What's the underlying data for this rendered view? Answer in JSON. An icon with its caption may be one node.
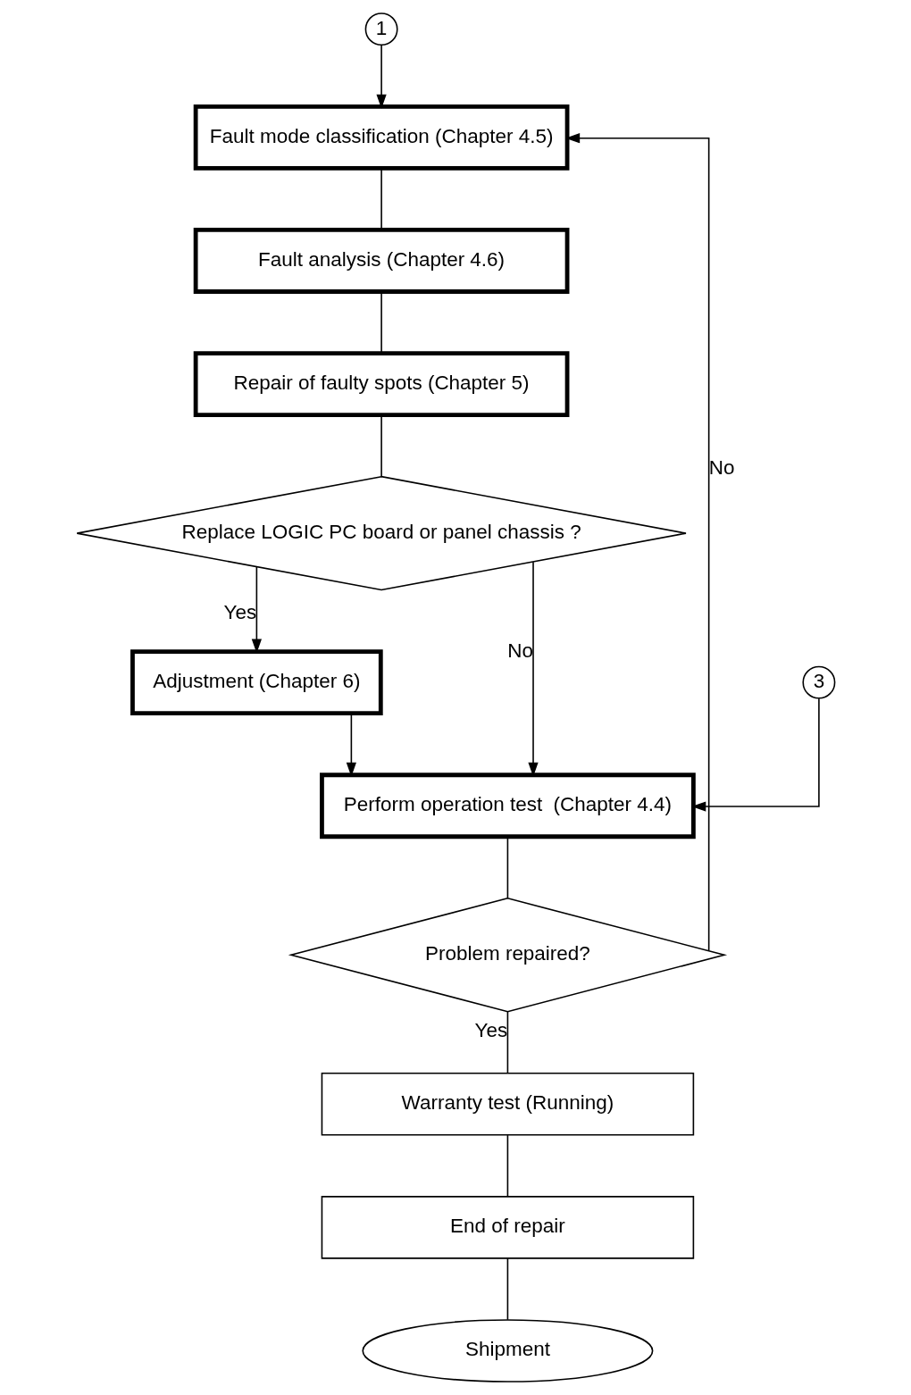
{
  "diagram": {
    "nodes": [
      {
        "text": [
          "1"
        ]
      },
      {
        "text": [
          "Fault mode classification (Chapter 4.5)"
        ]
      },
      {
        "text": [
          "Fault analysis (Chapter 4.6)"
        ]
      },
      {
        "text": [
          "Repair of faulty spots (Chapter 5)"
        ]
      },
      {
        "text": [
          "Replace LOGIC PC board or panel chassis ?"
        ]
      },
      {
        "text": [
          "Adjustment (Chapter 6)"
        ]
      },
      {
        "text": [
          "3"
        ]
      },
      {
        "text": [
          "Perform operation test  (Chapter 4.4)"
        ]
      },
      {
        "text": [
          "Problem repaired?"
        ]
      },
      {
        "text": [
          "Warranty test (Running)"
        ]
      },
      {
        "text": [
          "End of repair"
        ]
      },
      {
        "text": [
          "Shipment"
        ]
      }
    ],
    "edges": [
      {
        "from": 0,
        "to": 1,
        "arrow": "to"
      },
      {
        "from": 1,
        "to": 2,
        "arrow": "none"
      },
      {
        "from": 2,
        "to": 3,
        "arrow": "none"
      },
      {
        "from": 3,
        "to": 4,
        "arrow": "none"
      },
      {
        "from": 4,
        "to": 5,
        "arrow": "to",
        "label": "Yes"
      },
      {
        "from": 4,
        "to": 7,
        "arrow": "to",
        "label": "No"
      },
      {
        "from": 6,
        "to": 7,
        "arrow": "to"
      },
      {
        "from": 5,
        "to": 7,
        "arrow": "to"
      },
      {
        "from": 7,
        "to": 8,
        "arrow": "none"
      },
      {
        "from": 8,
        "to": 1,
        "arrow": "to",
        "label": "No"
      },
      {
        "from": 8,
        "to": 9,
        "arrow": "none",
        "label": "Yes"
      },
      {
        "from": 9,
        "to": 10,
        "arrow": "none"
      },
      {
        "from": 10,
        "to": 11,
        "arrow": "none"
      }
    ]
  }
}
